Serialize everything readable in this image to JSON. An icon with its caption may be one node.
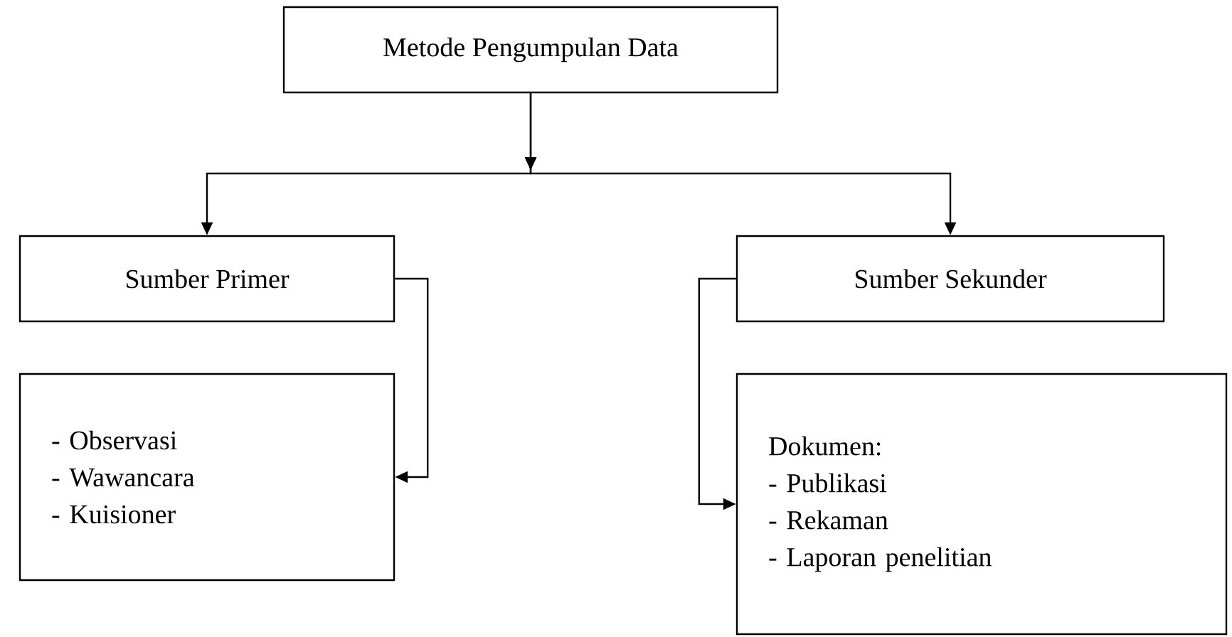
{
  "diagram": {
    "nodes": [
      {
        "text": [
          "Metode Pengumpulan Data"
        ]
      },
      {
        "text": [
          "Sumber Primer"
        ]
      },
      {
        "text": [
          "Sumber Sekunder"
        ]
      },
      {
        "text": [
          "- Observasi",
          "- Wawancara",
          "- Kuisioner"
        ]
      },
      {
        "text": [
          "Dokumen:",
          "- Publikasi",
          "- Rekaman",
          "- Laporan penelitian"
        ]
      }
    ],
    "edges": [
      {
        "from": 0,
        "to": 1,
        "arrow": "to"
      },
      {
        "from": 0,
        "to": 2,
        "arrow": "to"
      },
      {
        "from": 1,
        "to": 3,
        "arrow": "to"
      },
      {
        "from": 2,
        "to": 4,
        "arrow": "to"
      }
    ]
  }
}
